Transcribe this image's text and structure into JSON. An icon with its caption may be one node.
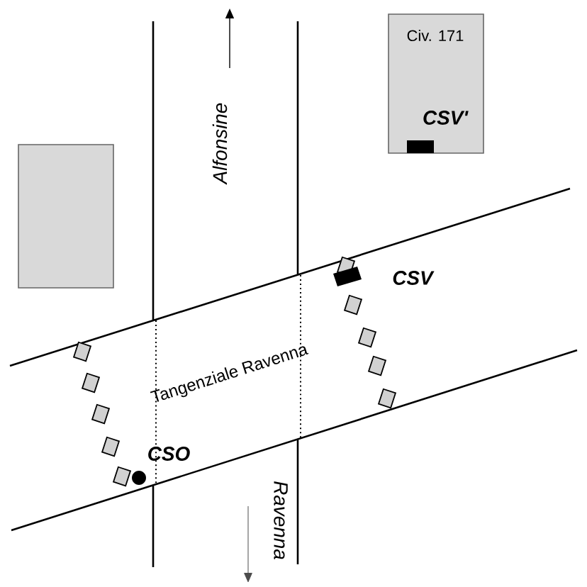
{
  "diagram": {
    "nodes": [
      {
        "text": [
          "Civ. 171",
          "CSV'"
        ]
      },
      {
        "text": [],
        "shape": "box"
      }
    ],
    "labels": [
      "Alfonsine",
      "CSV",
      "Tangenziale Ravenna",
      "CSO",
      "Ravenna"
    ]
  }
}
